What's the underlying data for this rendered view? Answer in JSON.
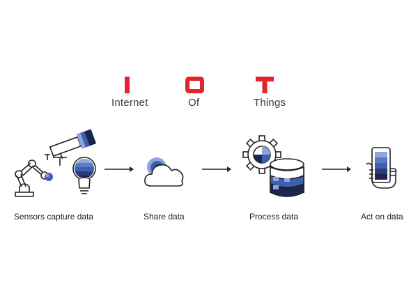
{
  "title": {
    "letters": [
      "I",
      "O",
      "T"
    ],
    "words": [
      "Internet",
      "Of",
      "Things"
    ]
  },
  "steps": [
    {
      "label": "Sensors capture data",
      "icon": "robot-arm-camera-bulb-icon"
    },
    {
      "label": "Share data",
      "icon": "cloud-icon"
    },
    {
      "label": "Process data",
      "icon": "gear-database-icon"
    },
    {
      "label": "Act on data",
      "icon": "hand-phone-icon"
    }
  ],
  "colors": {
    "accent_red": "#e3262d",
    "dark_navy": "#1c2550",
    "mid_blue": "#3f5fb0",
    "light_blue": "#8fa6dc",
    "line": "#222222"
  }
}
